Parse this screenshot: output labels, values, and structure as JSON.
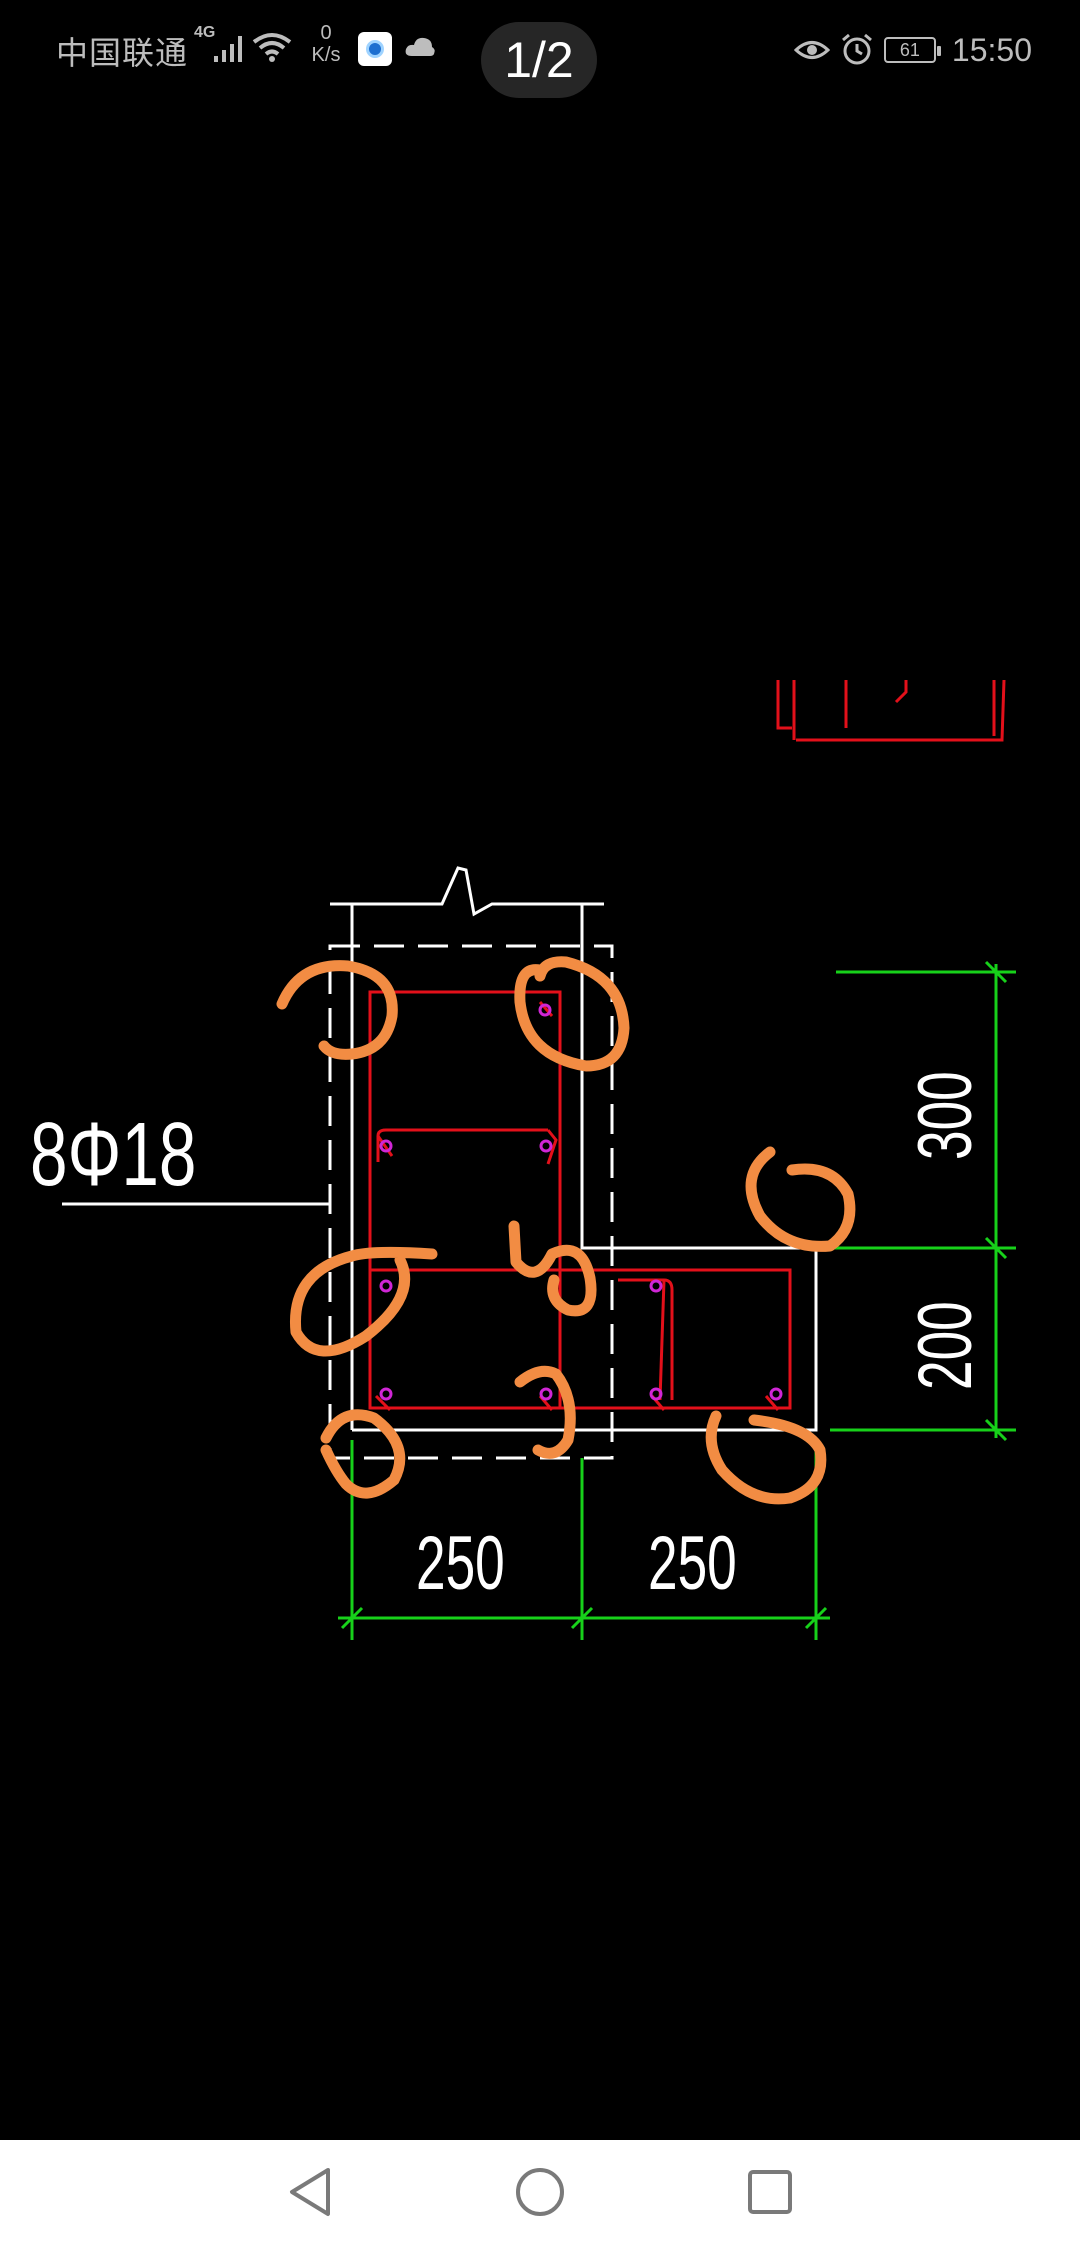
{
  "status_bar": {
    "carrier": "中国联通",
    "network": "4G",
    "speed_value": "0",
    "speed_unit": "K/s",
    "battery": "61",
    "time": "15:50"
  },
  "viewer": {
    "page_indicator": "1/2"
  },
  "drawing": {
    "rebar_label": "8Φ18",
    "dims": {
      "bottom_left": "250",
      "bottom_right": "250",
      "right_top": "300",
      "right_bottom": "200"
    },
    "colors": {
      "background": "#000000",
      "outline": "#ffffff",
      "rebar": "#e3101a",
      "dimension": "#17d11a",
      "bar_dot": "#d026d6",
      "annotation": "#f28c43"
    }
  },
  "nav": {
    "icons": [
      "back-icon",
      "home-icon",
      "recents-icon"
    ]
  }
}
